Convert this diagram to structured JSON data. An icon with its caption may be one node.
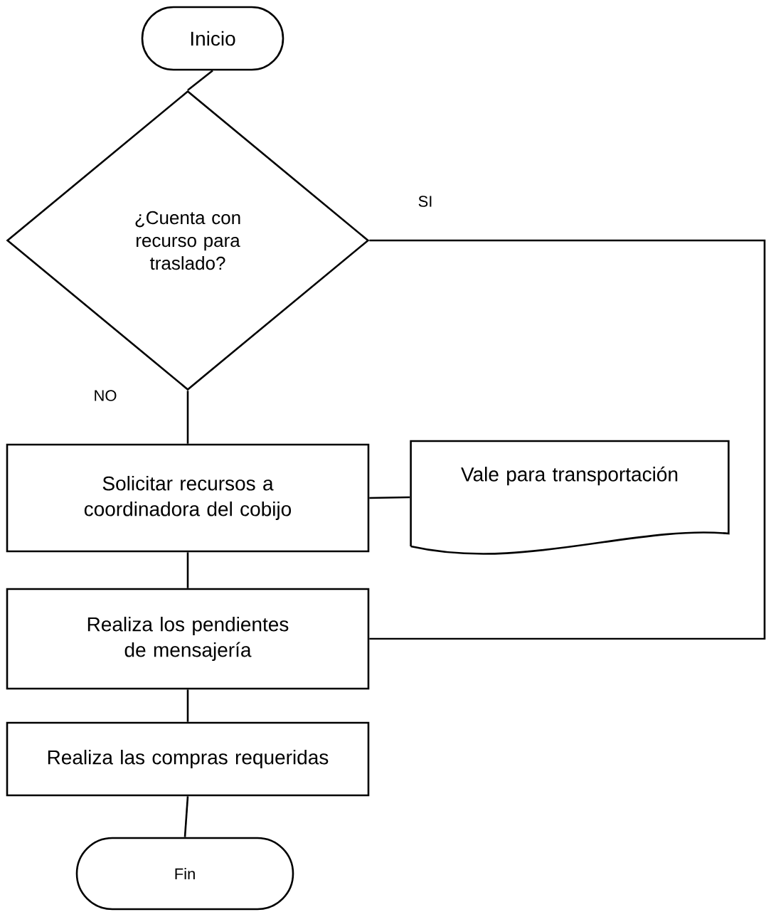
{
  "diagram": {
    "nodes": [
      {
        "text": [
          "Inicio"
        ]
      },
      {
        "text": [
          "¿Cuenta con recurso para traslado?"
        ]
      },
      {
        "text": [
          "Solicitar recursos a coordinadora del cobijo"
        ]
      },
      {
        "text": [
          "Vale para transportación"
        ]
      },
      {
        "text": [
          "Realiza los pendientes de mensajería"
        ]
      },
      {
        "text": [
          "Realiza las compras requeridas"
        ]
      },
      {
        "text": [
          "Fin"
        ]
      }
    ],
    "edges": [
      {
        "from": 0,
        "to": 1,
        "arrow": "none"
      },
      {
        "from": 1,
        "to": 2,
        "arrow": "none",
        "label": "NO"
      },
      {
        "from": 1,
        "to": 4,
        "arrow": "none",
        "label": "SI"
      },
      {
        "from": 2,
        "to": 3,
        "arrow": "none"
      },
      {
        "from": 2,
        "to": 4,
        "arrow": "none"
      },
      {
        "from": 4,
        "to": 5,
        "arrow": "none"
      },
      {
        "from": 5,
        "to": 6,
        "arrow": "none"
      }
    ]
  }
}
